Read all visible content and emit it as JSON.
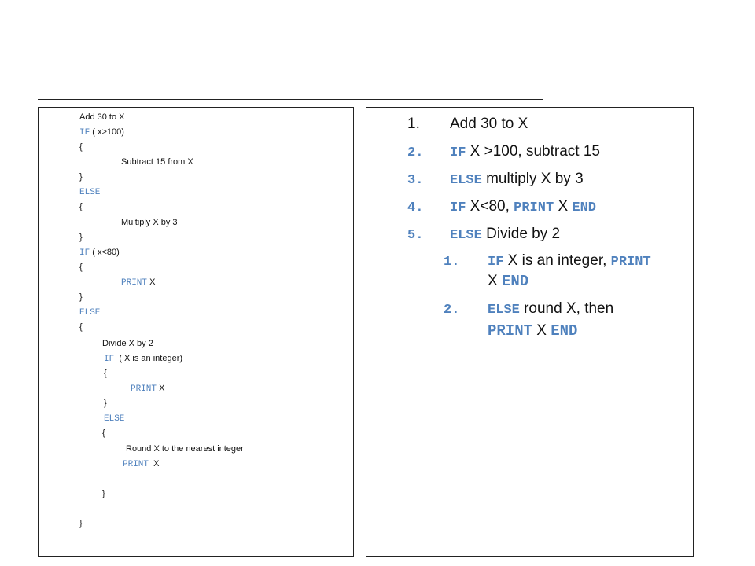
{
  "left_code": {
    "lines": [
      {
        "kw": "",
        "text": "Add 30 to X"
      },
      {
        "kw": "IF",
        "text": " ( x>100)"
      },
      {
        "kw": "",
        "text": "{"
      },
      {
        "kw": "",
        "text": "Subtract 15 from X"
      },
      {
        "kw": "",
        "text": "}"
      },
      {
        "kw": "ELSE",
        "text": ""
      },
      {
        "kw": "",
        "text": "{"
      },
      {
        "kw": "",
        "text": "Multiply X by 3"
      },
      {
        "kw": "",
        "text": "}"
      },
      {
        "kw": "IF",
        "text": " ( x<80)"
      },
      {
        "kw": "",
        "text": "{"
      },
      {
        "kw": "PRINT",
        "text": " X"
      },
      {
        "kw": "",
        "text": "}"
      },
      {
        "kw": "ELSE",
        "text": ""
      },
      {
        "kw": "",
        "text": "{"
      },
      {
        "kw": "",
        "text": "Divide X by 2"
      },
      {
        "kw": "IF",
        "text": "  ( X is an integer)"
      },
      {
        "kw": "",
        "text": "{"
      },
      {
        "kw": "PRINT",
        "text": " X"
      },
      {
        "kw": "",
        "text": "}"
      },
      {
        "kw": "ELSE",
        "text": ""
      },
      {
        "kw": "",
        "text": "{"
      },
      {
        "kw": "",
        "text": "Round X to the nearest integer"
      },
      {
        "kw": "PRINT",
        "text": "  X"
      },
      {
        "kw": "",
        "text": "}"
      },
      {
        "kw": "",
        "text": "}"
      }
    ]
  },
  "right_list": {
    "items": [
      {
        "num": "1.",
        "kw1": "",
        "text1": "Add 30 to X",
        "kw2": "",
        "text2": "",
        "kw3": ""
      },
      {
        "num": "2.",
        "kw1": "IF",
        "text1": " X >100,  subtract 15",
        "kw2": "",
        "text2": "",
        "kw3": ""
      },
      {
        "num": "3.",
        "kw1": "ELSE",
        "text1": "  multiply X by 3",
        "kw2": "",
        "text2": "",
        "kw3": ""
      },
      {
        "num": "4.",
        "kw1": "IF",
        "text1": " X<80, ",
        "kw2": "PRINT",
        "text2": " X ",
        "kw3": "END"
      },
      {
        "num": "5.",
        "kw1": "ELSE",
        "text1": " Divide by 2",
        "kw2": "",
        "text2": "",
        "kw3": ""
      }
    ],
    "sub_items": [
      {
        "num": "1.",
        "kw1": "IF",
        "text1": " X is an integer, ",
        "kw2": "PRINT",
        "line2_text": "X ",
        "line2_kw": "END"
      },
      {
        "num": "2.",
        "kw1": "ELSE",
        "text1": " round X, then",
        "kw2": "",
        "line2_kw_a": "PRINT",
        "line2_text": " X ",
        "line2_kw": "END"
      }
    ]
  }
}
